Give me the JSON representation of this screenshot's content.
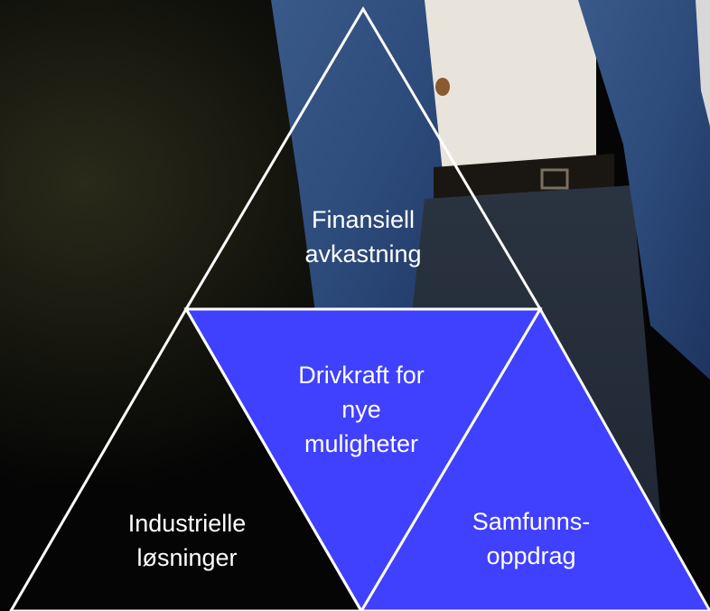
{
  "colors": {
    "background": "#050505",
    "triangle_fill_blue": "#4040ff",
    "triangle_stroke": "#ffffff",
    "text": "#ffffff"
  },
  "photo": {
    "description_icon": "person-in-blue-blazer-photo"
  },
  "pyramid": {
    "top": {
      "line1": "Finansiell",
      "line2": "avkastning"
    },
    "center": {
      "line1": "Drivkraft for",
      "line2": "nye",
      "line3": "muligheter"
    },
    "bottom_left": {
      "line1": "Industrielle",
      "line2": "løsninger"
    },
    "bottom_right": {
      "line1": "Samfunns-",
      "line2": "oppdrag"
    }
  }
}
